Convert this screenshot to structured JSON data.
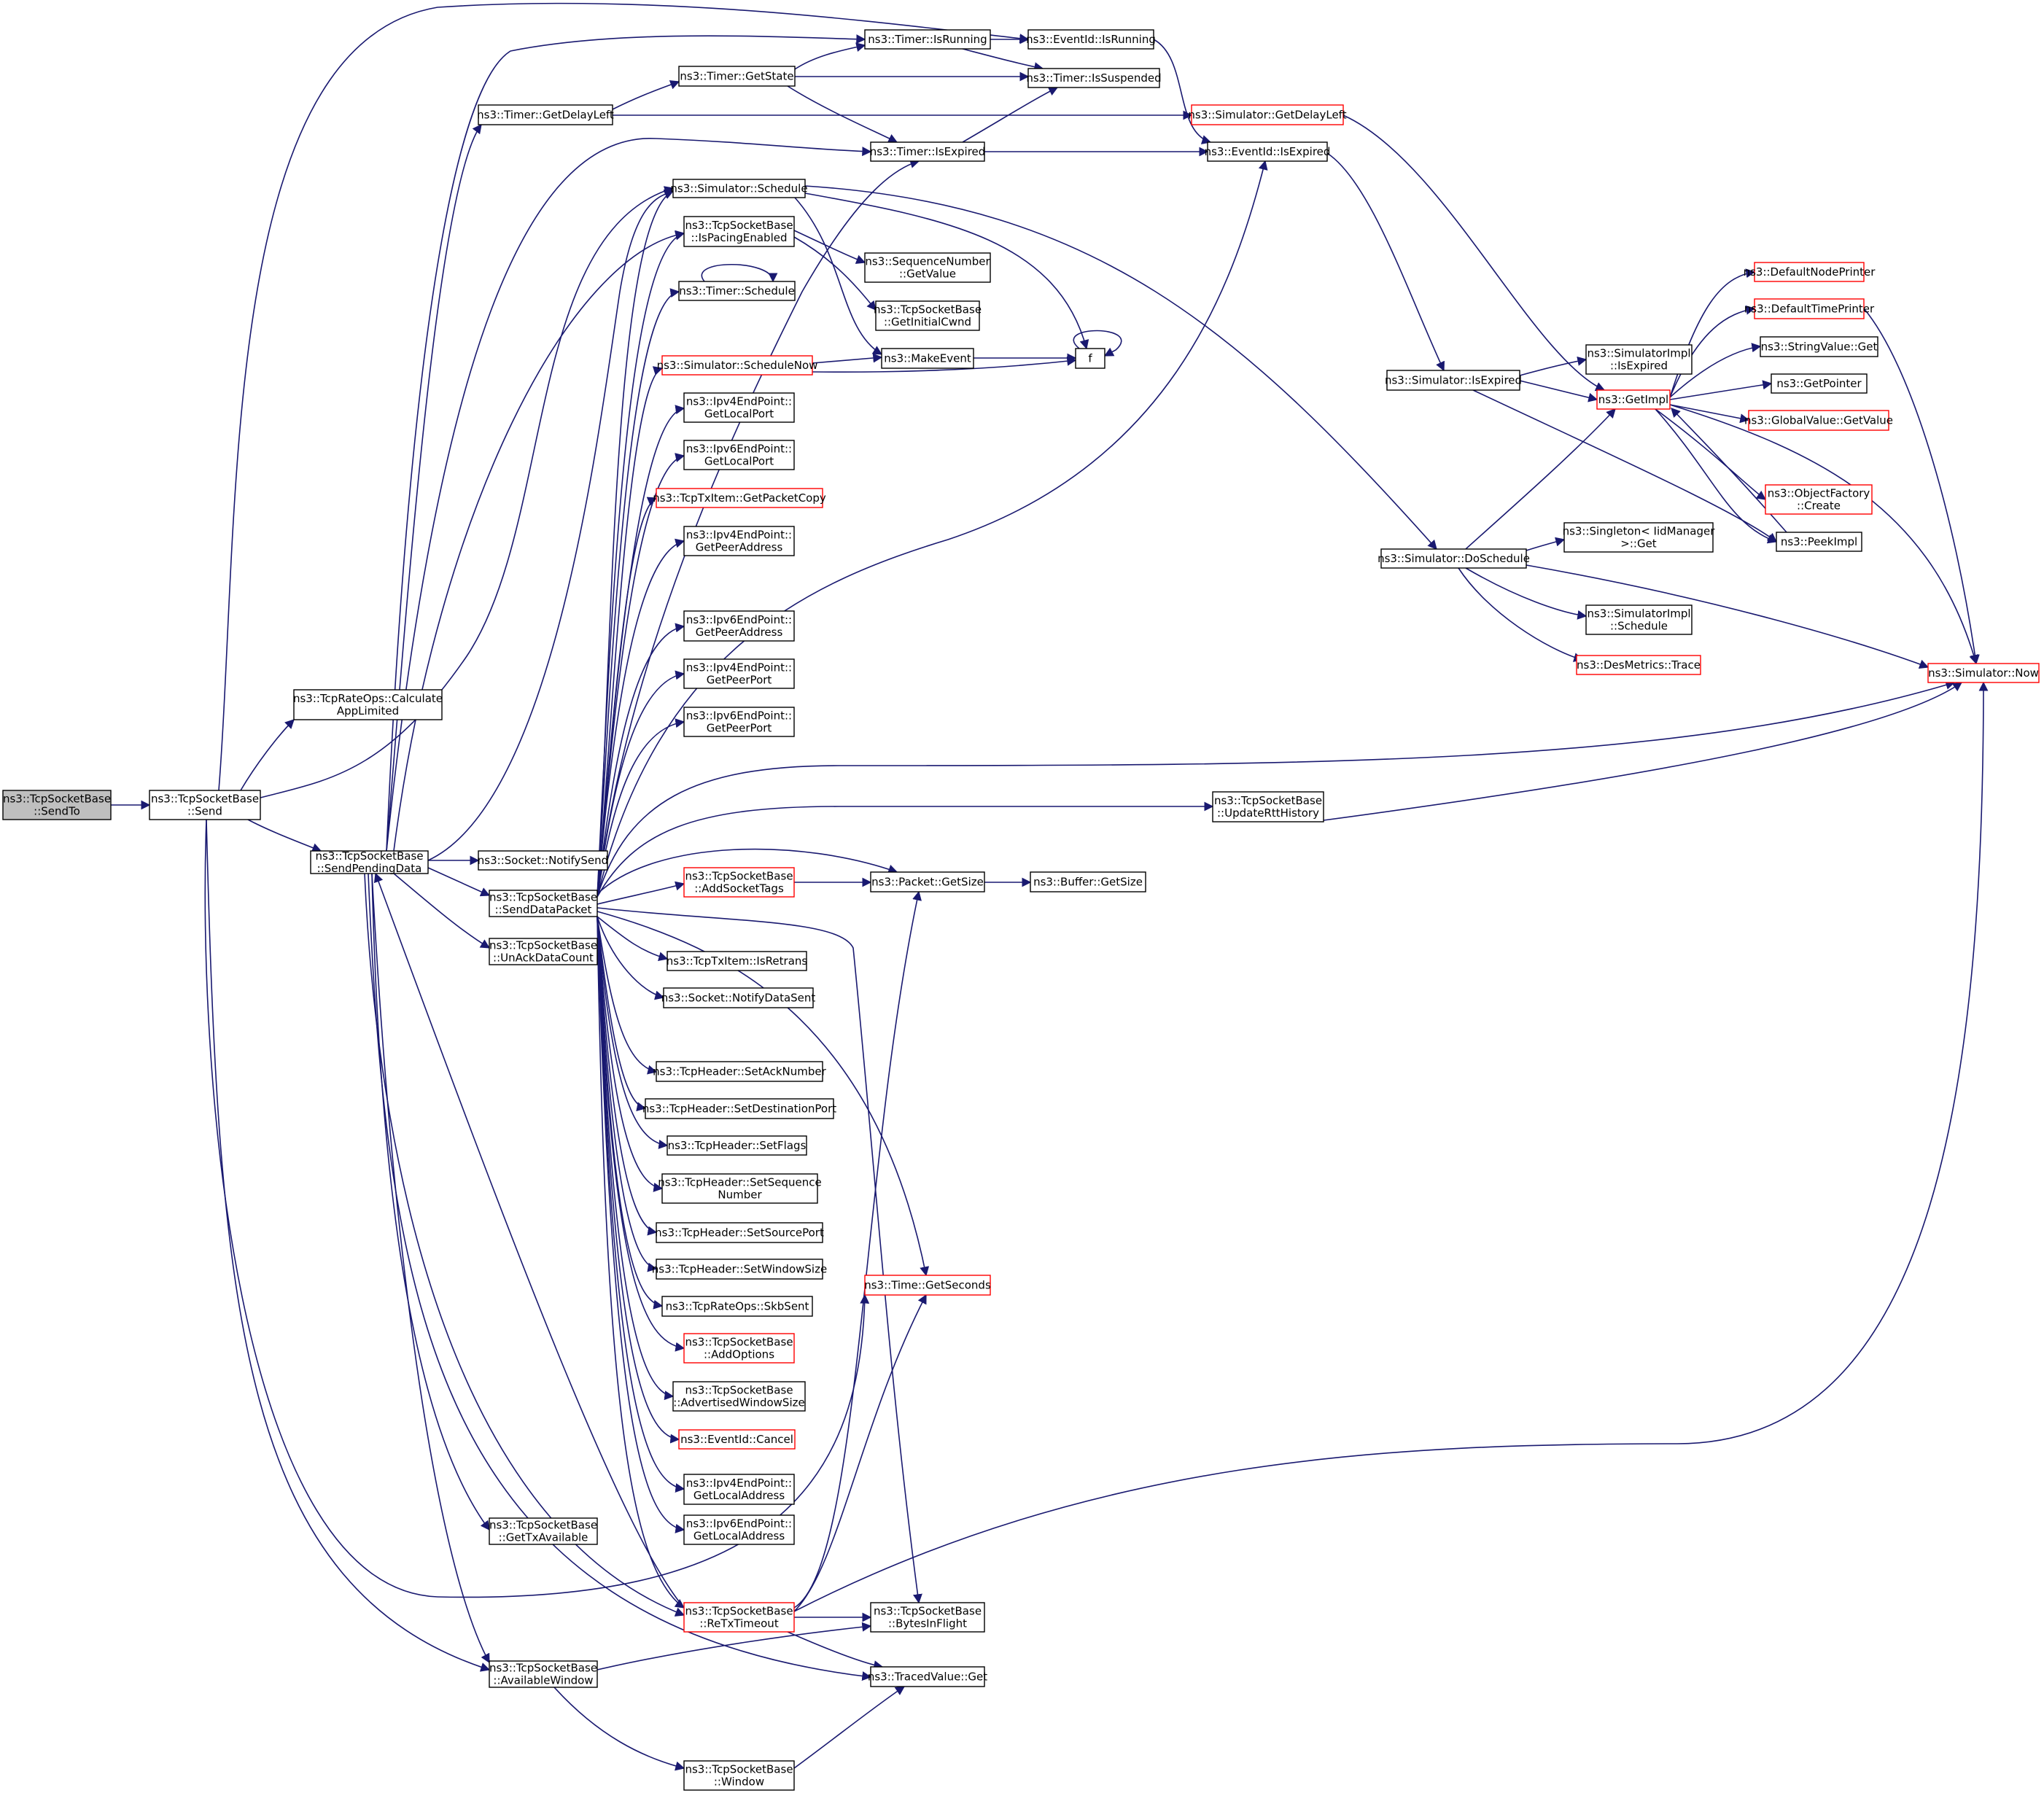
{
  "colors": {
    "edge": "#191970",
    "node_border": "#000000",
    "node_border_truncated": "#ff0000",
    "root_fill": "#bfbfbf",
    "node_fill": "#ffffff"
  },
  "nodes": [
    {
      "id": "sendto",
      "lines": [
        "ns3::TcpSocketBase",
        "::SendTo"
      ],
      "root": true
    },
    {
      "id": "send",
      "lines": [
        "ns3::TcpSocketBase",
        "::Send"
      ]
    },
    {
      "id": "calc",
      "lines": [
        "ns3::TcpRateOps::Calculate",
        "AppLimited"
      ]
    },
    {
      "id": "spd",
      "lines": [
        "ns3::TcpSocketBase",
        "::SendPendingData"
      ]
    },
    {
      "id": "notifysend",
      "lines": [
        "ns3::Socket::NotifySend"
      ]
    },
    {
      "id": "sdp",
      "lines": [
        "ns3::TcpSocketBase",
        "::SendDataPacket"
      ]
    },
    {
      "id": "unack",
      "lines": [
        "ns3::TcpSocketBase",
        "::UnAckDataCount"
      ]
    },
    {
      "id": "gettx",
      "lines": [
        "ns3::TcpSocketBase",
        "::GetTxAvailable"
      ]
    },
    {
      "id": "availwin",
      "lines": [
        "ns3::TcpSocketBase",
        "::AvailableWindow"
      ]
    },
    {
      "id": "timer_gdl",
      "lines": [
        "ns3::Timer::GetDelayLeft"
      ]
    },
    {
      "id": "timer_gs",
      "lines": [
        "ns3::Timer::GetState"
      ]
    },
    {
      "id": "timer_ir",
      "lines": [
        "ns3::Timer::IsRunning"
      ]
    },
    {
      "id": "ev_ir",
      "lines": [
        "ns3::EventId::IsRunning"
      ]
    },
    {
      "id": "timer_is",
      "lines": [
        "ns3::Timer::IsSuspended"
      ]
    },
    {
      "id": "sim_gdl",
      "lines": [
        "ns3::Simulator::GetDelayLeft"
      ],
      "truncated": true
    },
    {
      "id": "timer_ie",
      "lines": [
        "ns3::Timer::IsExpired"
      ]
    },
    {
      "id": "ev_ie",
      "lines": [
        "ns3::EventId::IsExpired"
      ]
    },
    {
      "id": "sim_sched",
      "lines": [
        "ns3::Simulator::Schedule"
      ]
    },
    {
      "id": "pacing",
      "lines": [
        "ns3::TcpSocketBase",
        "::IsPacingEnabled"
      ]
    },
    {
      "id": "seq_gv",
      "lines": [
        "ns3::SequenceNumber",
        "::GetValue"
      ]
    },
    {
      "id": "initcwnd",
      "lines": [
        "ns3::TcpSocketBase",
        "::GetInitialCwnd"
      ]
    },
    {
      "id": "timer_sched",
      "lines": [
        "ns3::Timer::Schedule"
      ]
    },
    {
      "id": "sim_now_sched",
      "lines": [
        "ns3::Simulator::ScheduleNow"
      ],
      "truncated": true
    },
    {
      "id": "makeevent",
      "lines": [
        "ns3::MakeEvent"
      ]
    },
    {
      "id": "f",
      "lines": [
        "f"
      ]
    },
    {
      "id": "ipv4_glp",
      "lines": [
        "ns3::Ipv4EndPoint::",
        "GetLocalPort"
      ]
    },
    {
      "id": "ipv6_glp",
      "lines": [
        "ns3::Ipv6EndPoint::",
        "GetLocalPort"
      ]
    },
    {
      "id": "txitem_gpc",
      "lines": [
        "ns3::TcpTxItem::GetPacketCopy"
      ],
      "truncated": true
    },
    {
      "id": "ipv4_gpa",
      "lines": [
        "ns3::Ipv4EndPoint::",
        "GetPeerAddress"
      ]
    },
    {
      "id": "ipv6_gpa",
      "lines": [
        "ns3::Ipv6EndPoint::",
        "GetPeerAddress"
      ]
    },
    {
      "id": "ipv4_gpp",
      "lines": [
        "ns3::Ipv4EndPoint::",
        "GetPeerPort"
      ]
    },
    {
      "id": "ipv6_gpp",
      "lines": [
        "ns3::Ipv6EndPoint::",
        "GetPeerPort"
      ]
    },
    {
      "id": "addsockettags",
      "lines": [
        "ns3::TcpSocketBase",
        "::AddSocketTags"
      ],
      "truncated": true
    },
    {
      "id": "pkt_gs",
      "lines": [
        "ns3::Packet::GetSize"
      ]
    },
    {
      "id": "buf_gs",
      "lines": [
        "ns3::Buffer::GetSize"
      ]
    },
    {
      "id": "updrtt",
      "lines": [
        "ns3::TcpSocketBase",
        "::UpdateRttHistory"
      ]
    },
    {
      "id": "isretrans",
      "lines": [
        "ns3::TcpTxItem::IsRetrans"
      ]
    },
    {
      "id": "notifyds",
      "lines": [
        "ns3::Socket::NotifyDataSent"
      ]
    },
    {
      "id": "setack",
      "lines": [
        "ns3::TcpHeader::SetAckNumber"
      ]
    },
    {
      "id": "setdst",
      "lines": [
        "ns3::TcpHeader::SetDestinationPort"
      ]
    },
    {
      "id": "setflags",
      "lines": [
        "ns3::TcpHeader::SetFlags"
      ]
    },
    {
      "id": "setseq",
      "lines": [
        "ns3::TcpHeader::SetSequence",
        "Number"
      ]
    },
    {
      "id": "setsrc",
      "lines": [
        "ns3::TcpHeader::SetSourcePort"
      ]
    },
    {
      "id": "setwin",
      "lines": [
        "ns3::TcpHeader::SetWindowSize"
      ]
    },
    {
      "id": "skbsent",
      "lines": [
        "ns3::TcpRateOps::SkbSent"
      ]
    },
    {
      "id": "time_gs",
      "lines": [
        "ns3::Time::GetSeconds"
      ],
      "truncated": true
    },
    {
      "id": "addopts",
      "lines": [
        "ns3::TcpSocketBase",
        "::AddOptions"
      ],
      "truncated": true
    },
    {
      "id": "advwin",
      "lines": [
        "ns3::TcpSocketBase",
        "::AdvertisedWindowSize"
      ]
    },
    {
      "id": "ev_cancel",
      "lines": [
        "ns3::EventId::Cancel"
      ],
      "truncated": true
    },
    {
      "id": "ipv4_gla",
      "lines": [
        "ns3::Ipv4EndPoint::",
        "GetLocalAddress"
      ]
    },
    {
      "id": "ipv6_gla",
      "lines": [
        "ns3::Ipv6EndPoint::",
        "GetLocalAddress"
      ]
    },
    {
      "id": "retx",
      "lines": [
        "ns3::TcpSocketBase",
        "::ReTxTimeout"
      ],
      "truncated": true
    },
    {
      "id": "bif",
      "lines": [
        "ns3::TcpSocketBase",
        "::BytesInFlight"
      ]
    },
    {
      "id": "tv_get",
      "lines": [
        "ns3::TracedValue::Get"
      ]
    },
    {
      "id": "window",
      "lines": [
        "ns3::TcpSocketBase",
        "::Window"
      ]
    },
    {
      "id": "sim_ie",
      "lines": [
        "ns3::Simulator::IsExpired"
      ]
    },
    {
      "id": "simimpl_ie",
      "lines": [
        "ns3::SimulatorImpl",
        "::IsExpired"
      ]
    },
    {
      "id": "getimpl",
      "lines": [
        "ns3::GetImpl"
      ],
      "truncated": true
    },
    {
      "id": "sim_dosched",
      "lines": [
        "ns3::Simulator::DoSchedule"
      ]
    },
    {
      "id": "singleton",
      "lines": [
        "ns3::Singleton< IidManager",
        " >::Get"
      ]
    },
    {
      "id": "simimpl_sched",
      "lines": [
        "ns3::SimulatorImpl",
        "::Schedule"
      ]
    },
    {
      "id": "desmetrics",
      "lines": [
        "ns3::DesMetrics::Trace"
      ],
      "truncated": true
    },
    {
      "id": "defnode",
      "lines": [
        "ns3::DefaultNodePrinter"
      ],
      "truncated": true
    },
    {
      "id": "deftime",
      "lines": [
        "ns3::DefaultTimePrinter"
      ],
      "truncated": true
    },
    {
      "id": "strval",
      "lines": [
        "ns3::StringValue::Get"
      ]
    },
    {
      "id": "getptr",
      "lines": [
        "ns3::GetPointer"
      ]
    },
    {
      "id": "globval",
      "lines": [
        "ns3::GlobalValue::GetValue"
      ],
      "truncated": true
    },
    {
      "id": "objfac",
      "lines": [
        "ns3::ObjectFactory",
        "::Create"
      ],
      "truncated": true
    },
    {
      "id": "peekimpl",
      "lines": [
        "ns3::PeekImpl"
      ]
    },
    {
      "id": "sim_now",
      "lines": [
        "ns3::Simulator::Now"
      ],
      "truncated": true
    }
  ]
}
